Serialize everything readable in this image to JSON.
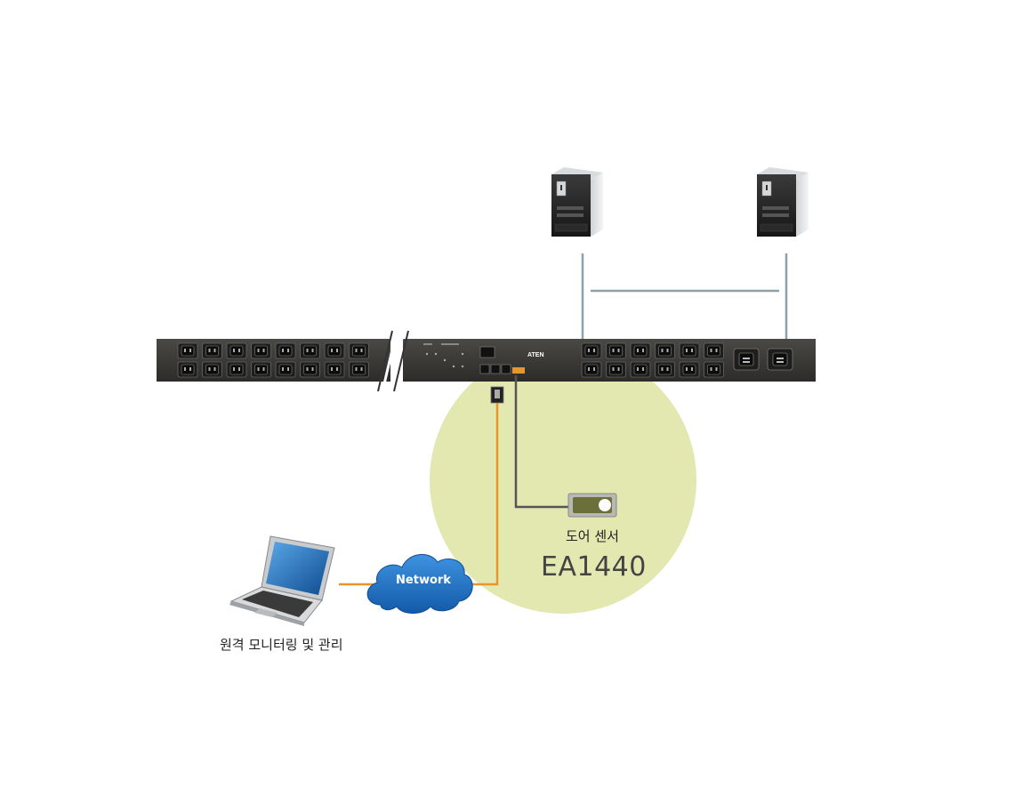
{
  "labels": {
    "door_sensor": "도어 센서",
    "model": "EA1440",
    "network": "Network",
    "remote_monitoring": "원격 모니터링 및 관리",
    "brand": "ATEN"
  },
  "colors": {
    "highlight_circle": "#e2e8b0",
    "pdu_body": "#3b3a38",
    "network_cable": "#e8962a",
    "sensor_cable": "#555555",
    "power_cable": "#8aa2ae",
    "cloud": "#1f6fbf",
    "sensor_body": "#6b6f3a"
  },
  "icons": [
    "server-icon",
    "laptop-icon",
    "cloud-icon",
    "door-sensor-icon",
    "pdu-icon"
  ]
}
